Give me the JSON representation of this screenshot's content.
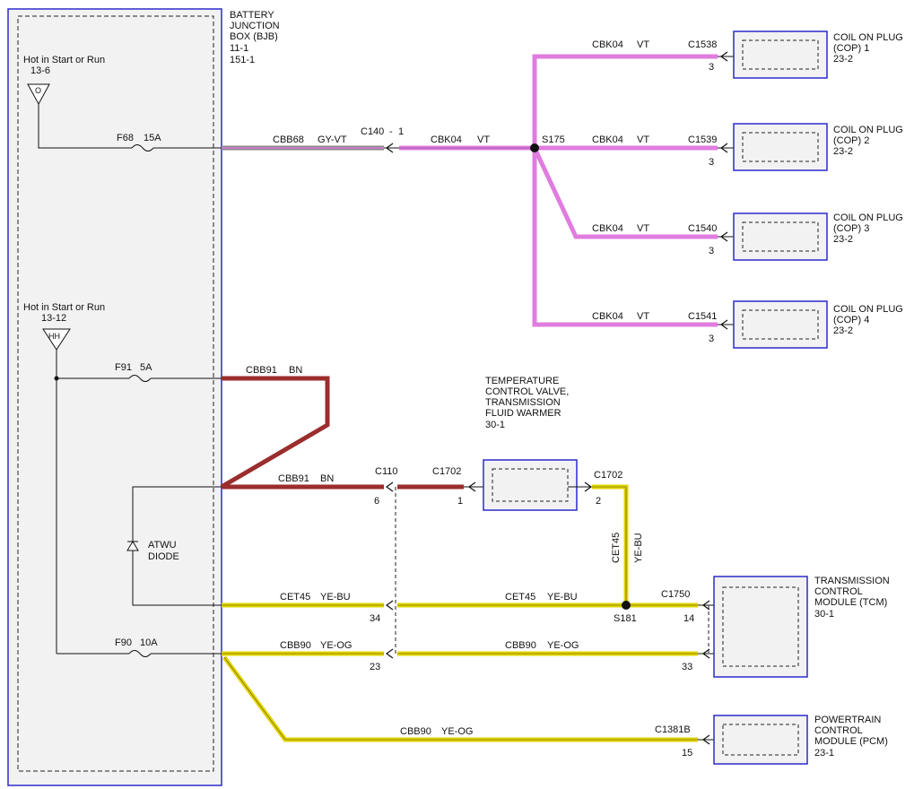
{
  "bjb": {
    "name": [
      "BATTERY",
      "JUNCTION",
      "BOX (BJB)"
    ],
    "refs": [
      "11-1",
      "151-1"
    ]
  },
  "feeds": [
    {
      "label": "Hot in Start or Run",
      "ref": "13-6",
      "symbol": "O"
    },
    {
      "label": "Hot in Start or Run",
      "ref": "13-12",
      "symbol": "HH"
    }
  ],
  "fuses": [
    {
      "id": "F68",
      "rating": "15A"
    },
    {
      "id": "F91",
      "rating": "5A"
    },
    {
      "id": "F90",
      "rating": "10A"
    }
  ],
  "wires": [
    {
      "circuit": "CBB68",
      "color": "GY-VT"
    },
    {
      "circuit": "CBK04",
      "color": "VT"
    },
    {
      "circuit": "CBB91",
      "color": "BN"
    },
    {
      "circuit": "CET45",
      "color": "YE-BU"
    },
    {
      "circuit": "CBB90",
      "color": "YE-OG"
    }
  ],
  "connectors": {
    "c140": "C140",
    "c140_pin": "1",
    "c110": "C110",
    "c110_pins": [
      "6",
      "34",
      "23"
    ],
    "c1702": "C1702",
    "c1702_pins": [
      "1",
      "2"
    ],
    "c1750": "C1750",
    "c1750_pins": [
      "14",
      "33"
    ],
    "c1381b": "C1381B",
    "c1381b_pin": "15"
  },
  "splices": {
    "s175": "S175",
    "s181": "S181"
  },
  "coils": [
    {
      "connector": "C1538",
      "pin": "3",
      "name": [
        "COIL ON PLUG",
        "(COP) 1"
      ],
      "ref": "23-2"
    },
    {
      "connector": "C1539",
      "pin": "3",
      "name": [
        "COIL ON PLUG",
        "(COP) 2"
      ],
      "ref": "23-2"
    },
    {
      "connector": "C1540",
      "pin": "3",
      "name": [
        "COIL ON PLUG",
        "(COP) 3"
      ],
      "ref": "23-2"
    },
    {
      "connector": "C1541",
      "pin": "3",
      "name": [
        "COIL ON PLUG",
        "(COP) 4"
      ],
      "ref": "23-2"
    }
  ],
  "tcv": {
    "name": [
      "TEMPERATURE",
      "CONTROL VALVE,",
      "TRANSMISSION",
      "FLUID WARMER"
    ],
    "ref": "30-1"
  },
  "tcm": {
    "name": [
      "TRANSMISSION",
      "CONTROL",
      "MODULE (TCM)"
    ],
    "ref": "30-1"
  },
  "pcm": {
    "name": [
      "POWERTRAIN",
      "CONTROL",
      "MODULE (PCM)"
    ],
    "ref": "23-1"
  },
  "diode": {
    "name": [
      "ATWU",
      "DIODE"
    ]
  },
  "colors": {
    "outline": "#2b2bcc",
    "vt": "#e07ce0",
    "bn": "#9b2d2d",
    "ye": "#e3d400",
    "gy": "#8a8a8a",
    "wire": "#111111",
    "fill": "#f0f0f0"
  }
}
